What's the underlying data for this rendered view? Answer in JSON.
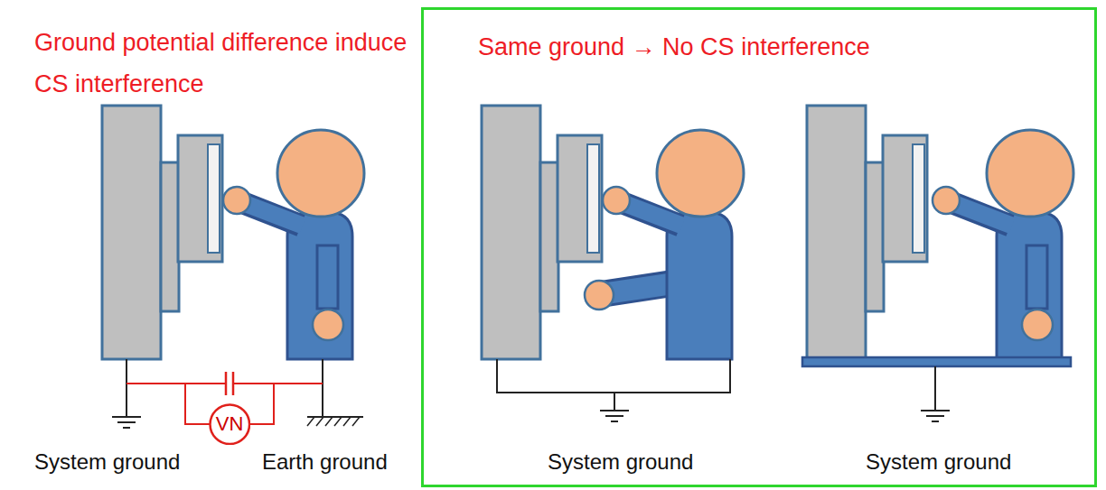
{
  "diagram": {
    "nodes": [
      {
        "text": [
          "VN"
        ]
      },
      {
        "text": [
          "Same ground → No CS interference"
        ]
      }
    ],
    "labels": [
      "Ground potential difference induce CS interference",
      "System ground",
      "Earth ground",
      "System ground",
      "System ground"
    ]
  }
}
